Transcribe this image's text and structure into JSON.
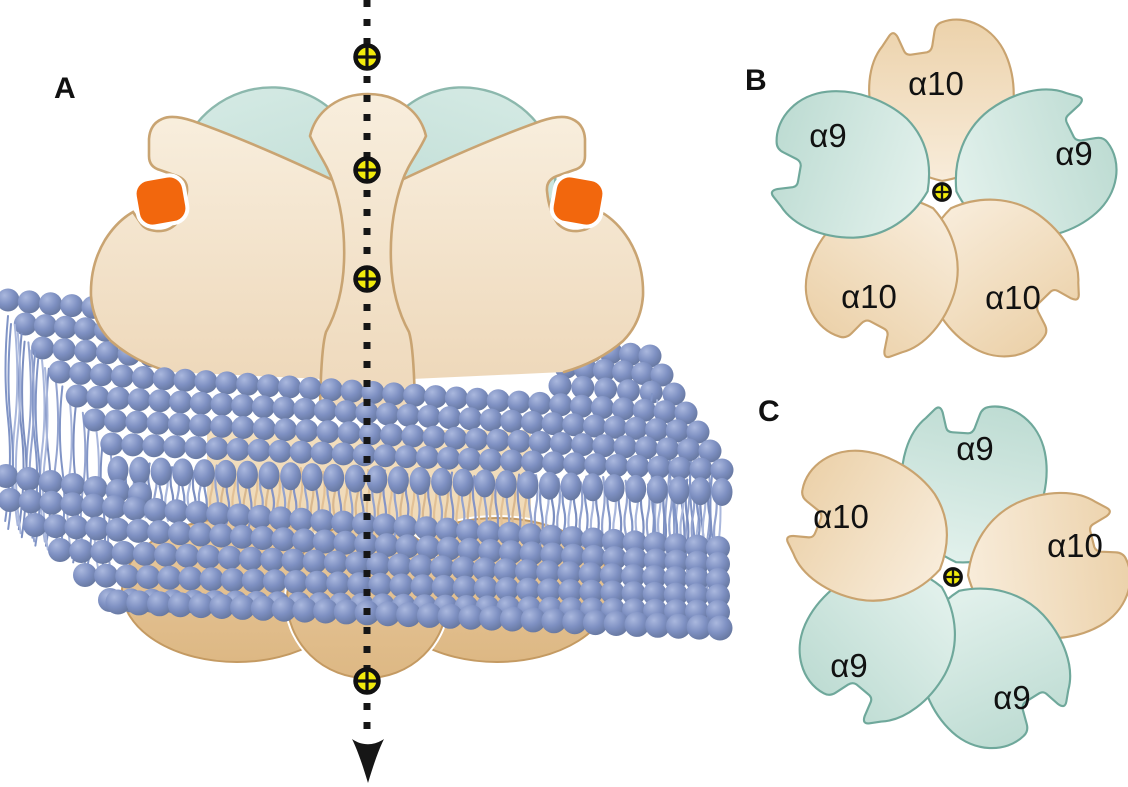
{
  "panels": {
    "a": {
      "label": "A"
    },
    "b": {
      "label": "B",
      "subunits": [
        {
          "position": "top",
          "label": "α10",
          "type": "alpha10-tan"
        },
        {
          "position": "left",
          "label": "α9",
          "type": "alpha9-teal"
        },
        {
          "position": "right",
          "label": "α9",
          "type": "alpha9-teal"
        },
        {
          "position": "bottom-left",
          "label": "α10",
          "type": "alpha10-tan"
        },
        {
          "position": "bottom-right",
          "label": "α10",
          "type": "alpha10-tan"
        }
      ]
    },
    "c": {
      "label": "C",
      "subunits": [
        {
          "position": "top",
          "label": "α9",
          "type": "alpha9-teal"
        },
        {
          "position": "left",
          "label": "α10",
          "type": "alpha10-tan"
        },
        {
          "position": "right",
          "label": "α10",
          "type": "alpha10-tan"
        },
        {
          "position": "bottom-left",
          "label": "α9",
          "type": "alpha9-teal"
        },
        {
          "position": "bottom-right",
          "label": "α9",
          "type": "alpha9-teal"
        }
      ]
    }
  },
  "icons": {
    "cation": "circled-plus-cation",
    "flow_arrow": "downward-flow-arrowhead",
    "axis": "dotted-permeation-axis"
  },
  "colors": {
    "subunit_tan": "#f2dfc2",
    "subunit_tan_outline": "#c9a472",
    "subunit_teal": "#cde6df",
    "subunit_teal_outline": "#7fb3a7",
    "membrane_blue": "#7d90c2",
    "ligand_orange": "#f2670d",
    "cation_yellow": "#f2eb0b",
    "axis_black": "#161616",
    "intracellular_tan": "#e3c094"
  }
}
